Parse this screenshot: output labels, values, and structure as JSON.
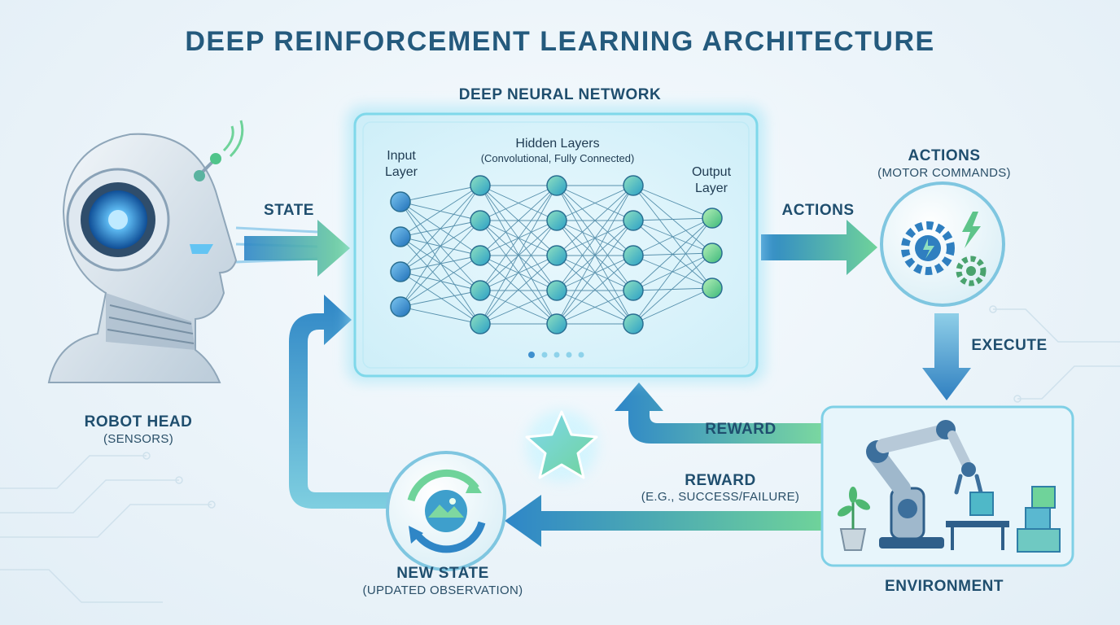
{
  "title": "DEEP REINFORCEMENT LEARNING ARCHITECTURE",
  "network": {
    "title": "DEEP NEURAL NETWORK",
    "input_label_1": "Input",
    "input_label_2": "Layer",
    "hidden_label": "Hidden Layers",
    "hidden_sublabel": "(Convolutional, Fully Connected)",
    "output_label_1": "Output",
    "output_label_2": "Layer"
  },
  "robot": {
    "title": "ROBOT HEAD",
    "subtitle": "(SENSORS)"
  },
  "arrows": {
    "state": "STATE",
    "actions": "ACTIONS",
    "execute": "EXECUTE",
    "reward_top": "REWARD",
    "reward_bottom": "REWARD",
    "reward_bottom_sub": "(E.G., SUCCESS/FAILURE)"
  },
  "actions_node": {
    "title": "ACTIONS",
    "subtitle": "(MOTOR COMMANDS)"
  },
  "environment": {
    "title": "ENVIRONMENT"
  },
  "new_state": {
    "title": "NEW STATE",
    "subtitle": "(UPDATED OBSERVATION)"
  }
}
